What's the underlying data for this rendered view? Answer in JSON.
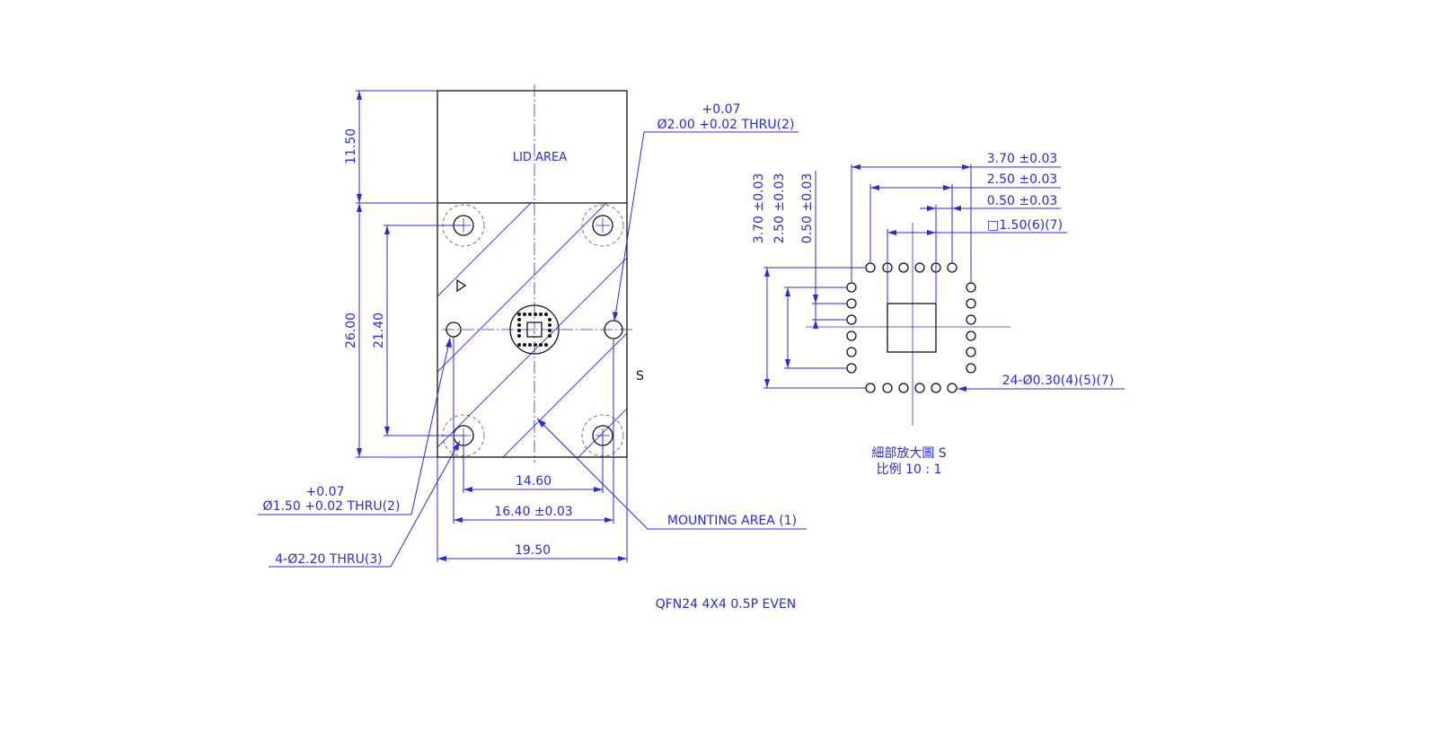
{
  "labels": {
    "lid_area": "LID AREA",
    "section_mark": "S",
    "title": "QFN24 4X4 0.5P EVEN",
    "mounting_area": "MOUNTING AREA (1)",
    "hole_220": "4-Ø2.20 THRU(3)",
    "hole_150_tol": "+0.07",
    "hole_150": "Ø1.50 +0.02 THRU(2)",
    "hole_200_tol": "+0.07",
    "hole_200": "Ø2.00 +0.02 THRU(2)",
    "detail_title": "細部放大圖 S",
    "detail_scale": "比例 10 : 1",
    "pads_note": "24-Ø0.30(4)(5)(7)",
    "square_note": "□1.50(6)(7)"
  },
  "dims": {
    "d_11_50": "11.50",
    "d_26_00": "26.00",
    "d_21_40": "21.40",
    "d_14_60": "14.60",
    "d_16_40": "16.40 ±0.03",
    "d_19_50": "19.50",
    "d_3_70_h": "3.70 ±0.03",
    "d_2_50_h": "2.50 ±0.03",
    "d_0_50_h": "0.50 ±0.03",
    "d_3_70_v": "3.70 ±0.03",
    "d_2_50_v": "2.50 ±0.03",
    "d_0_50_v": "0.50 ±0.03"
  }
}
